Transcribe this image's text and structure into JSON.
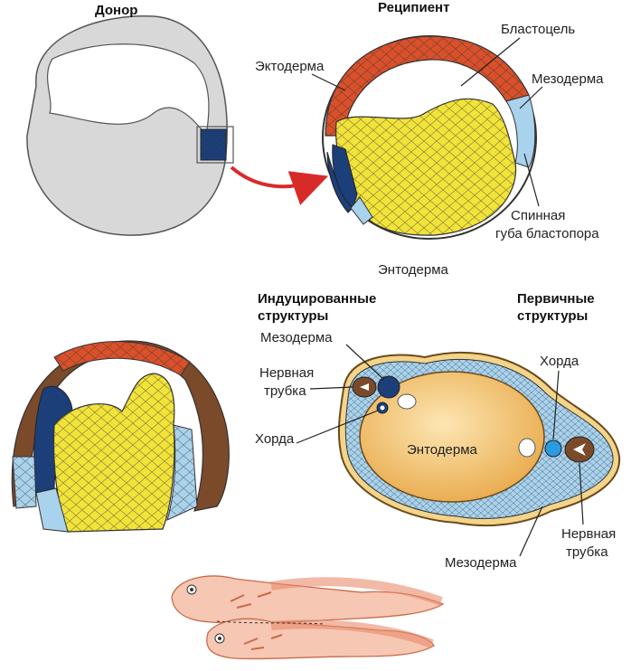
{
  "titles": {
    "donor": "Донор",
    "recipient": "Реципиент",
    "induced": [
      "Индуцированные",
      "структуры"
    ],
    "primary": [
      "Первичные",
      "структуры"
    ]
  },
  "labels": {
    "ectoderm": "Эктодерма",
    "blastocoel": "Бластоцель",
    "mesoderm_top": "Мезодерма",
    "dorsal_lip": [
      "Спинная",
      "губа бластопора"
    ],
    "endoderm_top": "Энтодерма",
    "mesoderm_left": "Мезодерма",
    "neural_tube_left": [
      "Нервная",
      "трубка"
    ],
    "notochord_left": "Хорда",
    "endoderm_center": "Энтодерма",
    "notochord_right": "Хорда",
    "neural_tube_right": [
      "Нервная",
      "трубка"
    ],
    "mesoderm_bottom": "Мезодерма"
  },
  "colors": {
    "ectoderm": "#d9502a",
    "endoderm": "#f2e33a",
    "mesoderm": "#a9d2ec",
    "dorsal_lip": "#1c3f7a",
    "donor_grey": "#d8d8d8",
    "neural": "#7a4a2a",
    "arrow": "#d92a2a"
  }
}
